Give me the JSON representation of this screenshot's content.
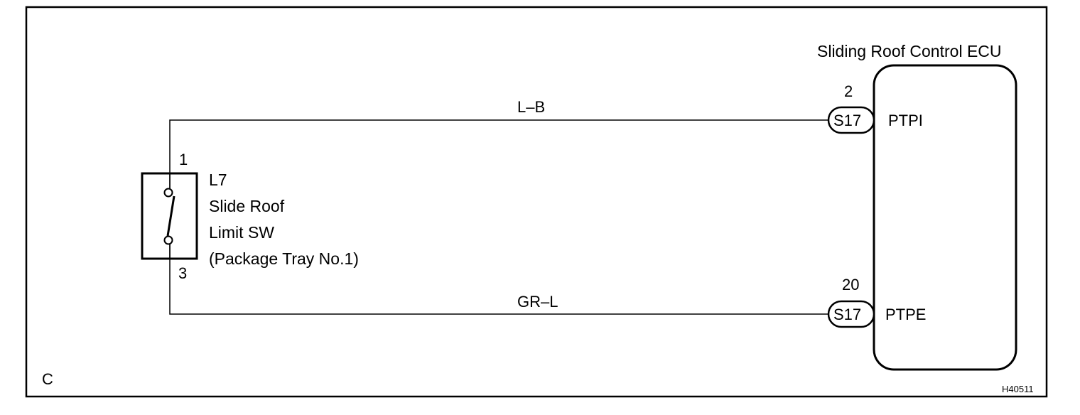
{
  "ecu": {
    "title": "Sliding Roof Control ECU",
    "pins": [
      {
        "pin_number": "2",
        "connector": "S17",
        "terminal": "PTPI"
      },
      {
        "pin_number": "20",
        "connector": "S17",
        "terminal": "PTPE"
      }
    ]
  },
  "wires": [
    {
      "color_code": "L–B"
    },
    {
      "color_code": "GR–L"
    }
  ],
  "switch": {
    "connector_id": "L7",
    "name_line1": "Slide Roof",
    "name_line2": "Limit SW",
    "location": "(Package Tray No.1)",
    "pin_top": "1",
    "pin_bottom": "3"
  },
  "corner_letter": "C",
  "figure_code": "H40511"
}
